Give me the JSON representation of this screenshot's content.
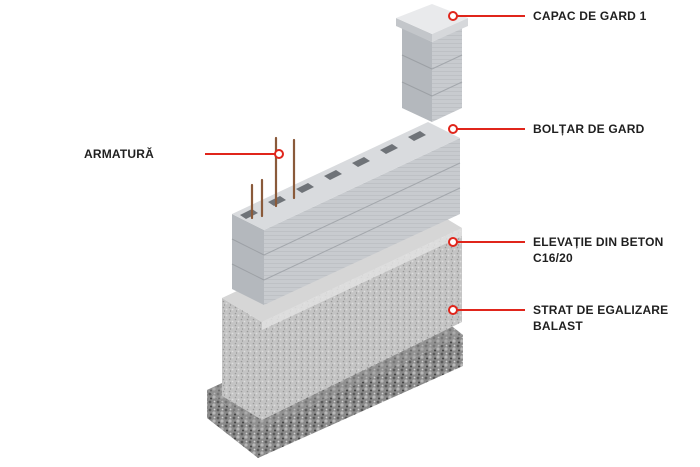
{
  "labels": {
    "cap": "CAPAC DE GARD 1",
    "block": "BOLȚAR DE GARD",
    "rebar": "ARMATURĂ",
    "concrete_line1": "ELEVAȚIE DIN BETON",
    "concrete_line2": "C16/20",
    "gravel_line1": "STRAT DE EGALIZARE",
    "gravel_line2": "BALAST"
  },
  "colors": {
    "leader": "#e0251b",
    "text": "#1f1f1f",
    "block_face": "#c9ccd0",
    "block_side": "#aeb2b7",
    "concrete": "#b9b9b9",
    "gravel": "#7a7a7a"
  }
}
